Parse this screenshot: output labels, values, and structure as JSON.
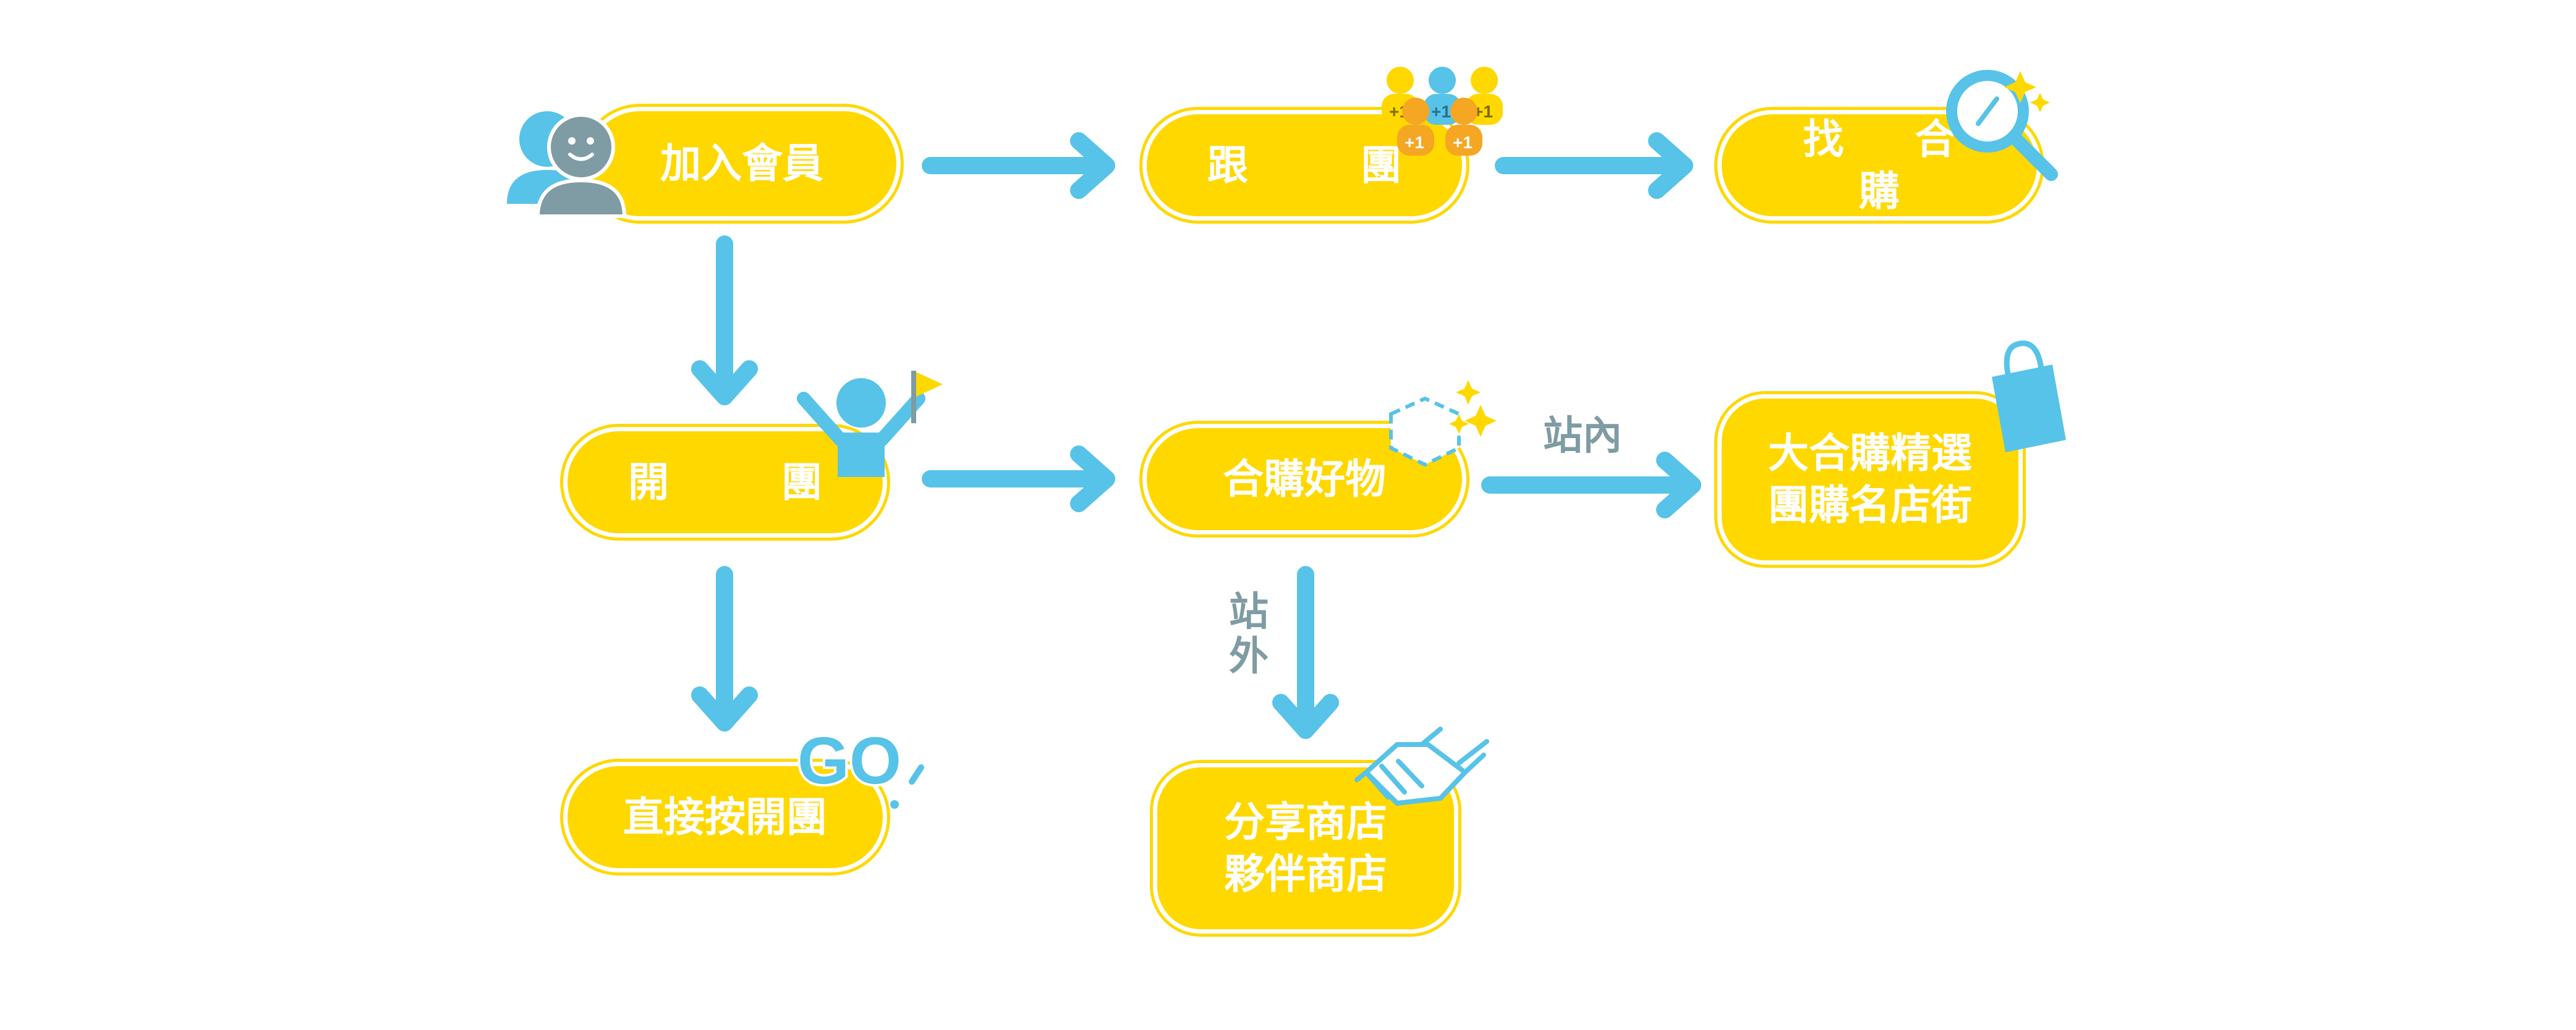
{
  "colors": {
    "node_fill": "#FFD800",
    "node_text": "#ffffff",
    "arrow": "#58C3E8",
    "label": "#7F9BA3",
    "icon_grey": "#7F9BA3",
    "icon_orange": "#F5A623"
  },
  "nodes": {
    "join_member": "加入會員",
    "follow_group": "跟　團",
    "find_group_buy": "找 合 購",
    "open_group": "開　團",
    "group_buy_goods": "合購好物",
    "direct_open": "直接按開團",
    "featured_street": "大合購精選\n團購名店街",
    "partner_shops": "分享商店\n夥伴商店"
  },
  "edge_labels": {
    "on_site": "站內",
    "off_site": "站\n外"
  },
  "icons": {
    "go_text": "GO",
    "plus_one": "+1"
  }
}
